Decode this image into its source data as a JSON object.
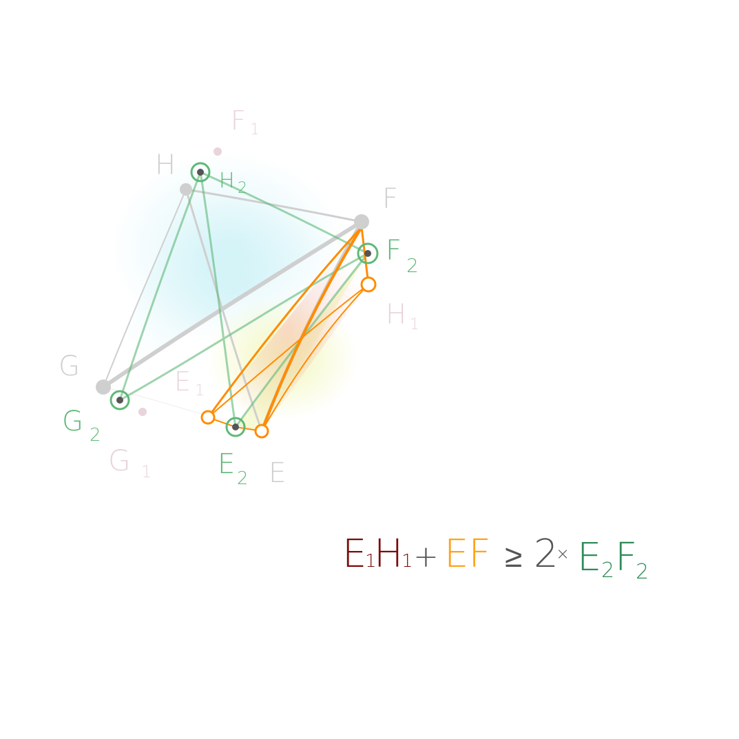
{
  "diagram": {
    "points": {
      "H": "H",
      "F": "F",
      "G": "G",
      "E": "E",
      "H1": "H",
      "F1": "F",
      "G1": "G",
      "E1": "E",
      "H2": "H",
      "F2": "F",
      "G2": "G",
      "E2": "E"
    },
    "subscripts": {
      "one": "1",
      "two": "2"
    },
    "formula": {
      "term1_E": "E",
      "term1_sub1": "1",
      "term1_H": "H",
      "term1_sub2": "1",
      "plus": "+",
      "term2": "EF",
      "relation": "≥",
      "factor": "2",
      "times": "×",
      "term3_E": "E",
      "term3_sub1": "2",
      "term3_F": "F",
      "term3_sub2": "2"
    },
    "colors": {
      "gray": "#cfcfcf",
      "faint_pink": "#e8d4da",
      "green": "#5fb878",
      "orange": "#ff8c00",
      "dark_red": "#7a0a0a",
      "formula_orange": "#ffa31a",
      "formula_green": "#2e8b57",
      "formula_gray": "#555555"
    }
  }
}
